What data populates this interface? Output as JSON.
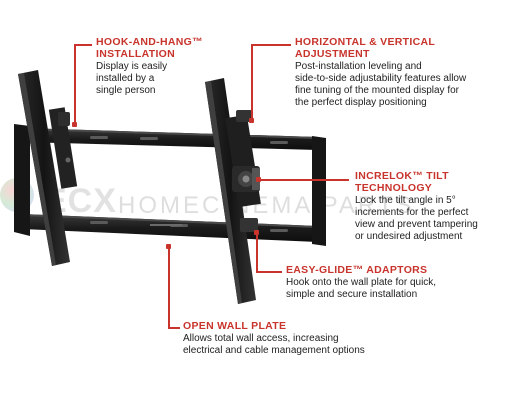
{
  "watermark": {
    "logo": "ECX",
    "text": "HOMECINEMA PARTS"
  },
  "callouts": [
    {
      "id": "hook-and-hang",
      "title": "HOOK-AND-HANG™\nINSTALLATION",
      "body": "Display is easily\ninstalled by a\nsingle person"
    },
    {
      "id": "horizontal-vertical",
      "title": "HORIZONTAL & VERTICAL\nADJUSTMENT",
      "body": "Post-installation leveling and\nside-to-side adjustability features allow\nfine tuning of the mounted display for\nthe perfect display positioning"
    },
    {
      "id": "increlok",
      "title": "INCRELOK™ TILT\nTECHNOLOGY",
      "body": "Lock the tilt angle in 5°\nincrements for the perfect\nview and prevent tampering\nor undesired adjustment"
    },
    {
      "id": "easy-glide",
      "title": "EASY-GLIDE™ ADAPTORS",
      "body": "Hook onto the wall plate for quick,\nsimple and secure installation"
    },
    {
      "id": "open-wall-plate",
      "title": "OPEN WALL PLATE",
      "body": "Allows total wall access, increasing\nelectrical and cable management options"
    }
  ],
  "colors": {
    "accent": "#c8342c",
    "mount": "#1b1b1b",
    "mount_highlight": "#3a3a3a"
  }
}
